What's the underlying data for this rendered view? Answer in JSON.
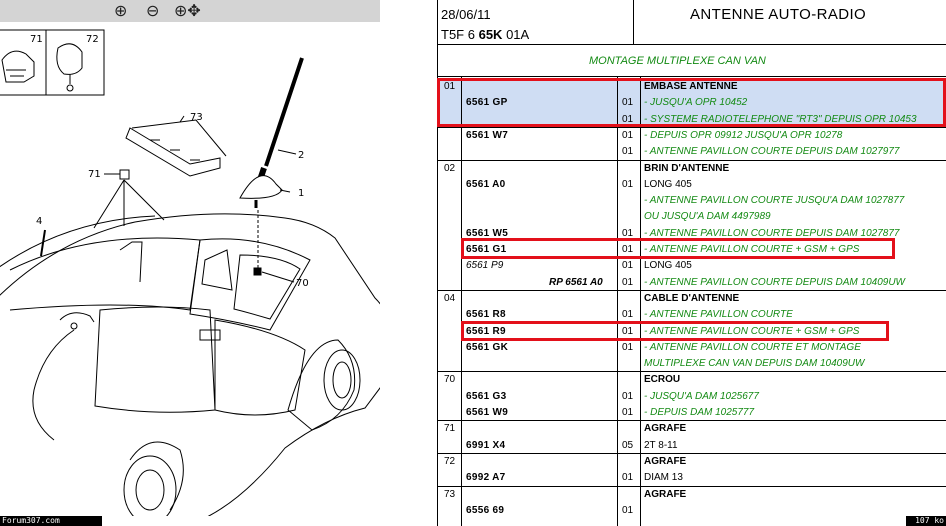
{
  "toolbar": {
    "zoom_in": "⊕",
    "zoom_out": "⊖",
    "zoom_pan": "⊕✥"
  },
  "diagram": {
    "callouts": [
      "71",
      "72",
      "73",
      "2",
      "1",
      "71",
      "4",
      "70"
    ]
  },
  "status": {
    "left": "Forum307.com",
    "right": "107 ko"
  },
  "sheet": {
    "date": "28/06/11",
    "code_prefix": "T5F 6",
    "code_bold": "65K",
    "code_suffix": "01A",
    "title": "ANTENNE AUTO-RADIO",
    "subtitle": "MONTAGE MULTIPLEXE CAN VAN",
    "rows": [
      {
        "grp": "01",
        "ref": "",
        "qty": "",
        "desc": "EMBASE ANTENNE",
        "style": "cap"
      },
      {
        "grp": "",
        "ref": "6561 GP",
        "qty": "01",
        "desc": "- JUSQU'A OPR 10452",
        "style": "green"
      },
      {
        "grp": "",
        "ref": "",
        "qty": "01",
        "desc": "- SYSTEME RADIOTELEPHONE \"RT3\" DEPUIS OPR 10453",
        "style": "green"
      },
      {
        "grp": "",
        "ref": "6561 W7",
        "qty": "01",
        "desc": "- DEPUIS OPR 09912 JUSQU'A OPR 10278",
        "style": "green"
      },
      {
        "grp": "",
        "ref": "",
        "qty": "01",
        "desc": "- ANTENNE PAVILLON COURTE DEPUIS DAM 1027977",
        "style": "green"
      },
      {
        "grp": "02",
        "ref": "",
        "qty": "",
        "desc": "BRIN D'ANTENNE",
        "style": "cap"
      },
      {
        "grp": "",
        "ref": "6561 A0",
        "qty": "01",
        "desc": "LONG 405",
        "style": "plain"
      },
      {
        "grp": "",
        "ref": "",
        "qty": "",
        "desc": "- ANTENNE PAVILLON COURTE JUSQU'A DAM 1027877",
        "style": "green"
      },
      {
        "grp": "",
        "ref": "",
        "qty": "",
        "desc": "OU JUSQU'A DAM 4497989",
        "style": "green"
      },
      {
        "grp": "",
        "ref": "6561 W5",
        "qty": "01",
        "desc": "- ANTENNE PAVILLON COURTE DEPUIS DAM 1027877",
        "style": "green"
      },
      {
        "grp": "",
        "ref": "6561 G1",
        "qty": "01",
        "desc": "- ANTENNE PAVILLON COURTE + GSM + GPS",
        "style": "green"
      },
      {
        "grp": "",
        "ref": "6561 P9",
        "qty": "01",
        "desc": "LONG 405",
        "style": "plain",
        "ref_style": "italic"
      },
      {
        "grp": "",
        "ref": "RP 6561 A0",
        "qty": "01",
        "desc": "- ANTENNE PAVILLON COURTE DEPUIS DAM 10409UW",
        "style": "green",
        "ref_style": "rp"
      },
      {
        "grp": "04",
        "ref": "",
        "qty": "",
        "desc": "CABLE D'ANTENNE",
        "style": "cap"
      },
      {
        "grp": "",
        "ref": "6561 R8",
        "qty": "01",
        "desc": "- ANTENNE PAVILLON COURTE",
        "style": "green"
      },
      {
        "grp": "",
        "ref": "6561 R9",
        "qty": "01",
        "desc": "- ANTENNE PAVILLON COURTE + GSM + GPS",
        "style": "green"
      },
      {
        "grp": "",
        "ref": "6561 GK",
        "qty": "01",
        "desc": "- ANTENNE PAVILLON COURTE ET MONTAGE",
        "style": "green"
      },
      {
        "grp": "",
        "ref": "",
        "qty": "",
        "desc": "MULTIPLEXE CAN VAN DEPUIS DAM 10409UW",
        "style": "green"
      },
      {
        "grp": "70",
        "ref": "",
        "qty": "",
        "desc": "ECROU",
        "style": "cap"
      },
      {
        "grp": "",
        "ref": "6561 G3",
        "qty": "01",
        "desc": "- JUSQU'A DAM 1025677",
        "style": "green"
      },
      {
        "grp": "",
        "ref": "6561 W9",
        "qty": "01",
        "desc": "- DEPUIS DAM 1025777",
        "style": "green"
      },
      {
        "grp": "71",
        "ref": "",
        "qty": "",
        "desc": "AGRAFE",
        "style": "cap"
      },
      {
        "grp": "",
        "ref": "6991 X4",
        "qty": "05",
        "desc": "2T 8-11",
        "style": "plain"
      },
      {
        "grp": "72",
        "ref": "",
        "qty": "",
        "desc": "AGRAFE",
        "style": "cap"
      },
      {
        "grp": "",
        "ref": "6992 A7",
        "qty": "01",
        "desc": "DIAM 13",
        "style": "plain"
      },
      {
        "grp": "73",
        "ref": "",
        "qty": "",
        "desc": "AGRAFE",
        "style": "cap"
      },
      {
        "grp": "",
        "ref": "6556 69",
        "qty": "01",
        "desc": "",
        "style": "plain"
      }
    ]
  },
  "colors": {
    "highlight_bg": "#cfddf3",
    "red_box": "#e3101a",
    "green_text": "#138a13",
    "toolbar_bg": "#d4d4d4"
  },
  "icons": [
    "zoom-in-icon",
    "zoom-out-icon",
    "zoom-pan-icon"
  ]
}
